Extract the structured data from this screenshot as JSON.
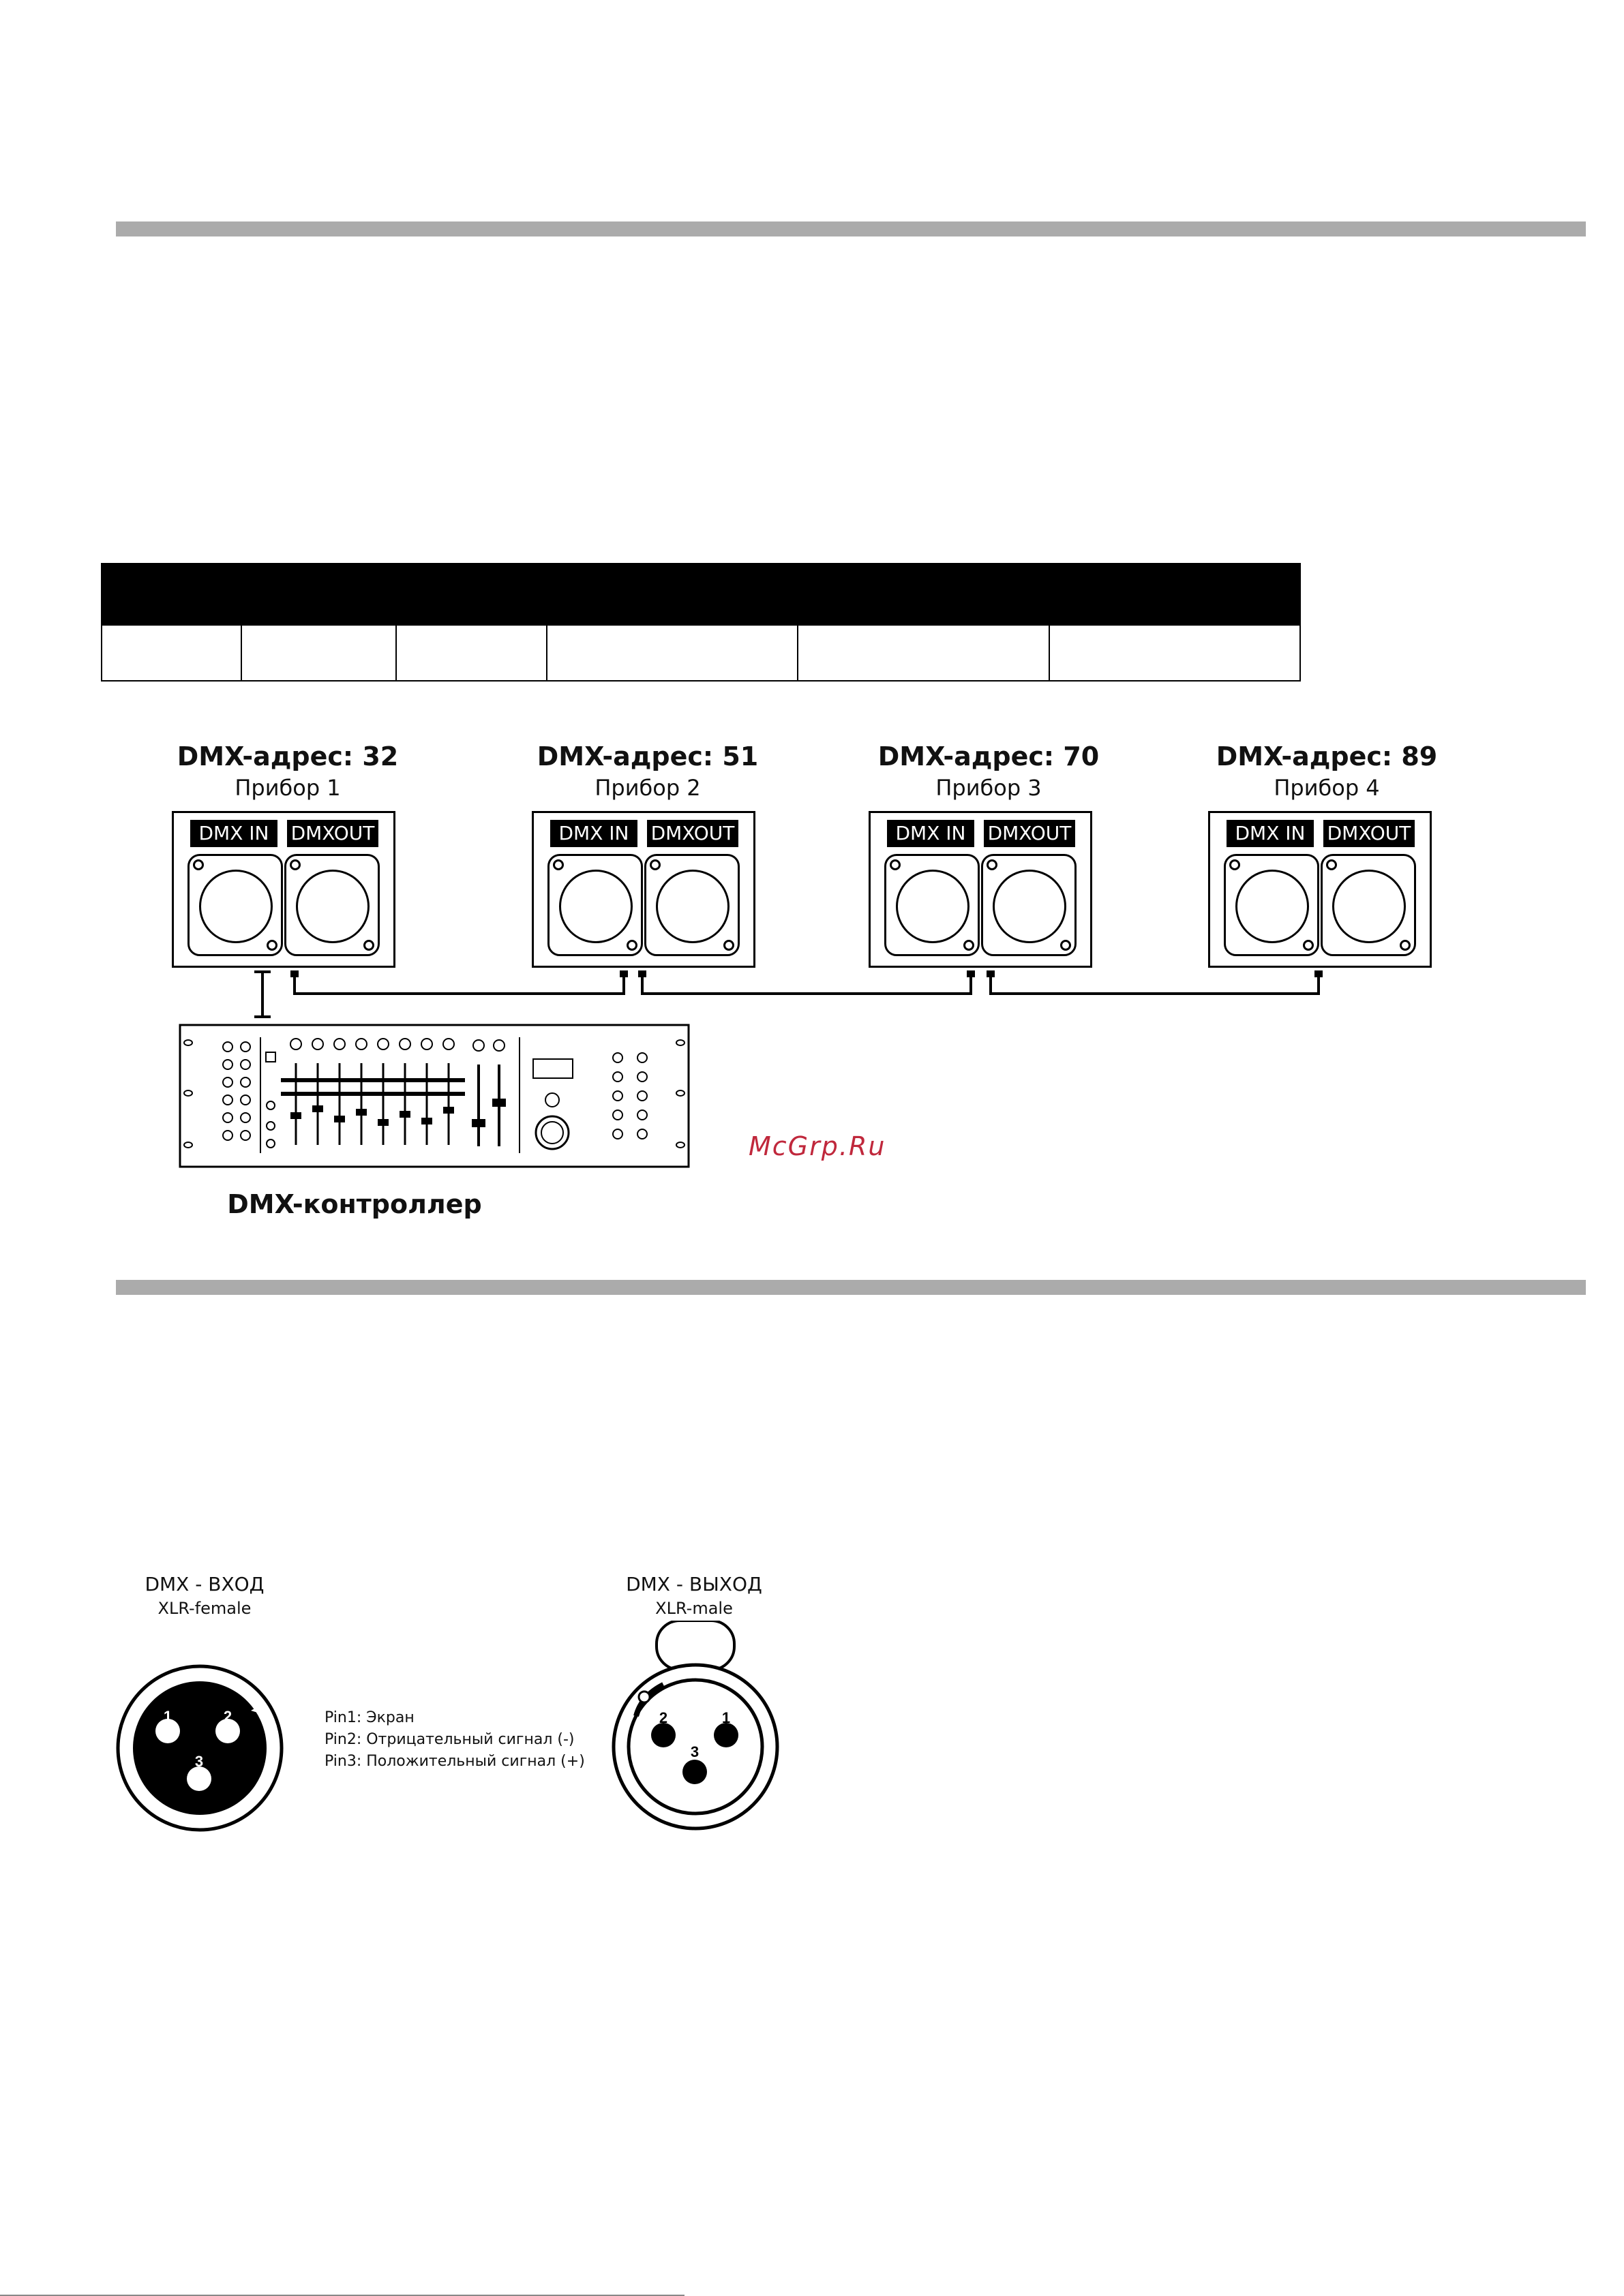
{
  "fixtures": [
    {
      "address": "DMX-адрес: 32",
      "device": "Прибор 1",
      "in": "DMX IN",
      "out": "DMXOUT"
    },
    {
      "address": "DMX-адрес: 51",
      "device": "Прибор 2",
      "in": "DMX IN",
      "out": "DMXOUT"
    },
    {
      "address": "DMX-адрес: 70",
      "device": "Прибор 3",
      "in": "DMX IN",
      "out": "DMXOUT"
    },
    {
      "address": "DMX-адрес: 89",
      "device": "Прибор 4",
      "in": "DMX IN",
      "out": "DMXOUT"
    }
  ],
  "controller": {
    "label": "DMX-контроллер"
  },
  "watermark": "McGrp.Ru",
  "connectors": {
    "input": {
      "title": "DMX - ВХОД",
      "type": "XLR-female",
      "pins": [
        "1",
        "2",
        "3"
      ]
    },
    "output": {
      "title": "DMX - ВЫХОД",
      "type": "XLR-male",
      "pins": [
        "2",
        "1",
        "3"
      ]
    },
    "pin_legend": [
      "Pin1: Экран",
      "Pin2: Отрицательный сигнал (-)",
      "Pin3: Положительный сигнал (+)"
    ]
  }
}
